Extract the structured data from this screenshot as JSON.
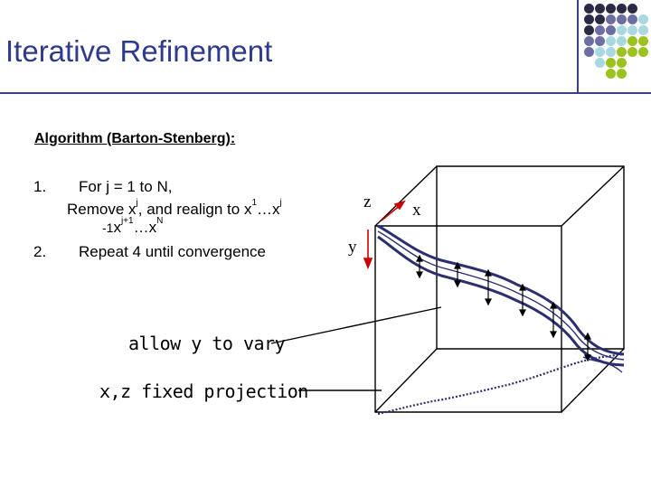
{
  "slide": {
    "title": "Iterative Refinement"
  },
  "algorithm": {
    "heading": "Algorithm (Barton-Stenberg):",
    "steps": [
      {
        "number": "1.",
        "line1": "For j = 1 to N,",
        "line2_prefix": "Remove x",
        "line2_mid": ", and realign to x",
        "line2_sup_a": "j",
        "line2_sup_b": "1",
        "line2_end": "…x",
        "line2_sup_c": "j",
        "line3_pre": "-1",
        "line3_mid": "x",
        "line3_sup": "j+1",
        "line3_end": "…x",
        "line3_sup2": "N"
      },
      {
        "number": "2.",
        "text": "Repeat 4 until convergence"
      }
    ]
  },
  "figure": {
    "axis_z": "z",
    "axis_x": "x",
    "axis_y": "y",
    "note_vary": "allow y to vary",
    "note_fixed": "x,z fixed projection"
  },
  "decor": {
    "dot_colors": [
      "#2b2a44",
      "#6b6fa3",
      "#a8d8e0",
      "#9cc21e"
    ]
  }
}
